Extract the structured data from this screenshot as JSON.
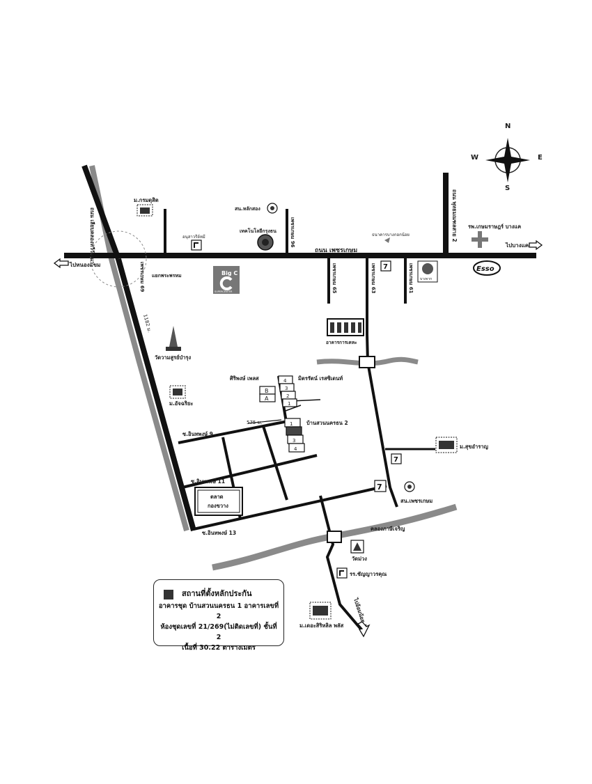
{
  "compass": {
    "n": "N",
    "s": "S",
    "e": "E",
    "w": "W"
  },
  "roads": {
    "main_road": "ถนน เพชรเกษม",
    "to_nongkhaem": "ไปหนองแขม",
    "to_bangkhae": "ไปบางแค",
    "soi_69": "เพชรเกษม 69",
    "soi_96": "เพชรเกษม 96",
    "soi_65": "เพชรเกษม 65",
    "soi_63": "เพชรเกษม 63",
    "soi_61": "เพชรเกษม 61",
    "road_left_vertical": "ถนน เลียบคลองทวีวัฒนา",
    "road_right_vertical": "ถนน พุทธมณฑลสาย 2",
    "road_1182": "1182 ม.",
    "soi_inthaphong_9": "ซ.อินทพงษ์ 9",
    "soi_inthaphong_11": "ซ.อินทพงษ์ 11",
    "soi_inthaphong_13": "ซ.อินทพงษ์ 13",
    "dist_575": "575 ม.",
    "to_omnoi": "ไปอ้อมน้อย 3",
    "canal": "คลองภาษีเจริญ"
  },
  "landmarks": {
    "school_top": "ม.กรมดุสิต",
    "monument": "อนุสาวรีย์หมี",
    "police": "สน.หลักสอง",
    "tech_school": "เทคโนโลยีกรุงธน",
    "big_c": "Big C",
    "big_c_sub": "SUPERCENTER",
    "bangkok_bank": "ธนาคารบางกอกน้อย",
    "bank_logo": "บางจาก",
    "hospital": "รพ.เกษมราษฎร์ บางแค",
    "esso": "Esso",
    "roundabout": "แยกพระพรหม",
    "temple": "วัดวามสูรย์บำรุง",
    "school_left": "ม.อัจฉริยะ",
    "office": "อาคารการเคหะ",
    "siriwong": "ศิริพงษ์ เพลส",
    "mitr": "มิตรรัตน์ เรสซิเดนท์",
    "baan_suan": "บ้านสวนนครธน 2",
    "market": "ตลาด",
    "market2": "กองขวาง",
    "school_right": "ม.สุขอำราญ",
    "police_right": "สน.เพชรเกษม",
    "temple_bottom": "วัดม่วง",
    "school_bottom1": "รร.ชัญญาวรคุณ",
    "school_bottom2": "ม.เดอะสิริหลิล พลัส",
    "bldg_a": "A",
    "bldg_b": "B",
    "bldg_1": "1",
    "bldg_2": "2",
    "bldg_3": "3",
    "bldg_4": "4"
  },
  "legend": {
    "title": "สถานที่ตั้งหลักประกัน",
    "line1": "อาคารชุด บ้านสวนนครธน 1  อาคารเลขที่ 2",
    "line2": "ห้องชุดเลขที่ 21/269(ไม่ติดเลขที่) ชั้นที่ 2",
    "line3": "เนื้อที่ 30.22 ตารางเมตร"
  }
}
